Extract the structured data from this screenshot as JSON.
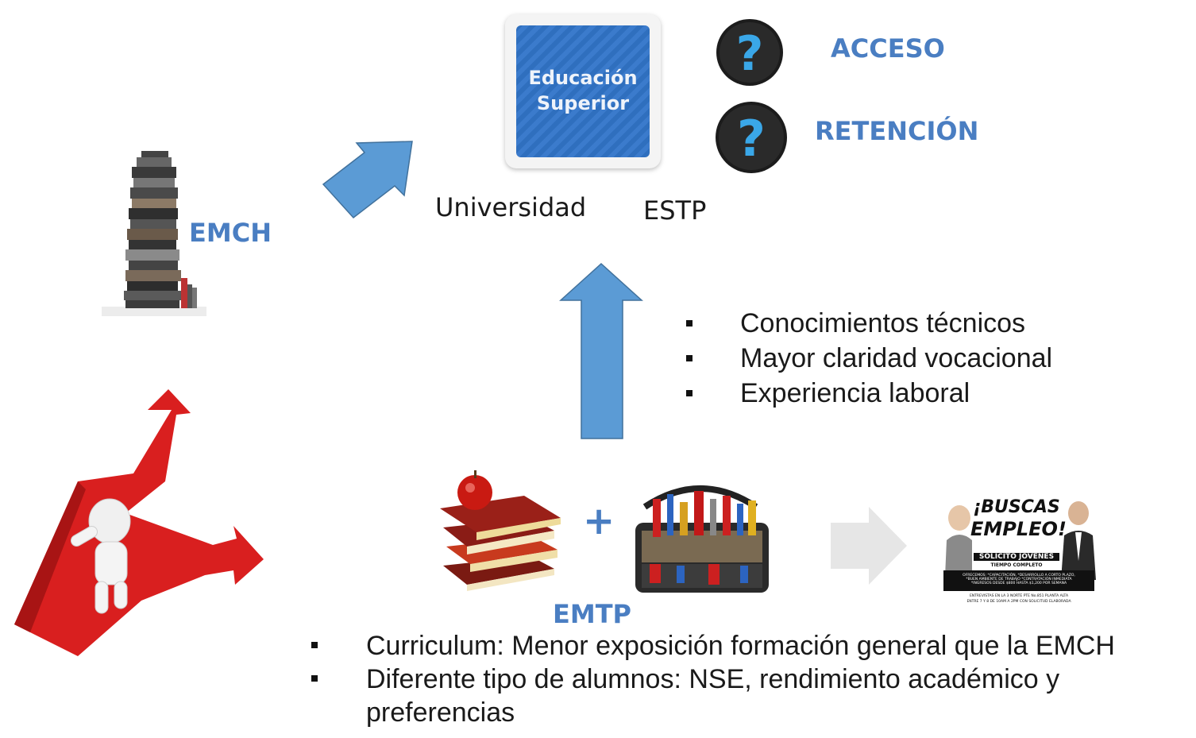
{
  "edu_card": {
    "line1": "Educación",
    "line2": "Superior"
  },
  "labels": {
    "acceso": "ACCESO",
    "retencion": "RETENCIÓN",
    "universidad": "Universidad",
    "estp": "ESTP",
    "emch": "EMCH",
    "emtp": "EMTP",
    "plus": "+"
  },
  "benefits": [
    "Conocimientos técnicos",
    "Mayor claridad vocacional",
    "Experiencia laboral"
  ],
  "bottom_bullets": [
    "Curriculum: Menor exposición  formación general que la EMCH",
    "Diferente tipo de alumnos: NSE, rendimiento académico y",
    "preferencias"
  ],
  "poster": {
    "headline1": "¡BUSCAS",
    "headline2": "EMPLEO!",
    "sub1": "SOLICITO JOVENES",
    "sub2": "TIEMPO COMPLETO",
    "body1": "OFRECEMOS: *CAPACITACIÓN, *DESARROLLO A CORTO PLAZO,",
    "body2": "*BUEN AMBIENTE DE TRABAJO *CONTRATACIÓN INMEDIATA",
    "body3": "*INGRESOS DESDE $800 HASTA $1,200 POR SEMANA",
    "foot1": "ENTREVISTAS EN LA 3 NORTE PTE No.851 PLANTA ALTA",
    "foot2": "ENTRE 7 Y 8 DE 10AM A 2PM CON SOLICITUD ELABORADA"
  },
  "colors": {
    "accent": "#4a7ec2",
    "arrow": "#5b9bd5",
    "gray_arrow": "#e6e6e6",
    "red": "#d91f1f"
  }
}
